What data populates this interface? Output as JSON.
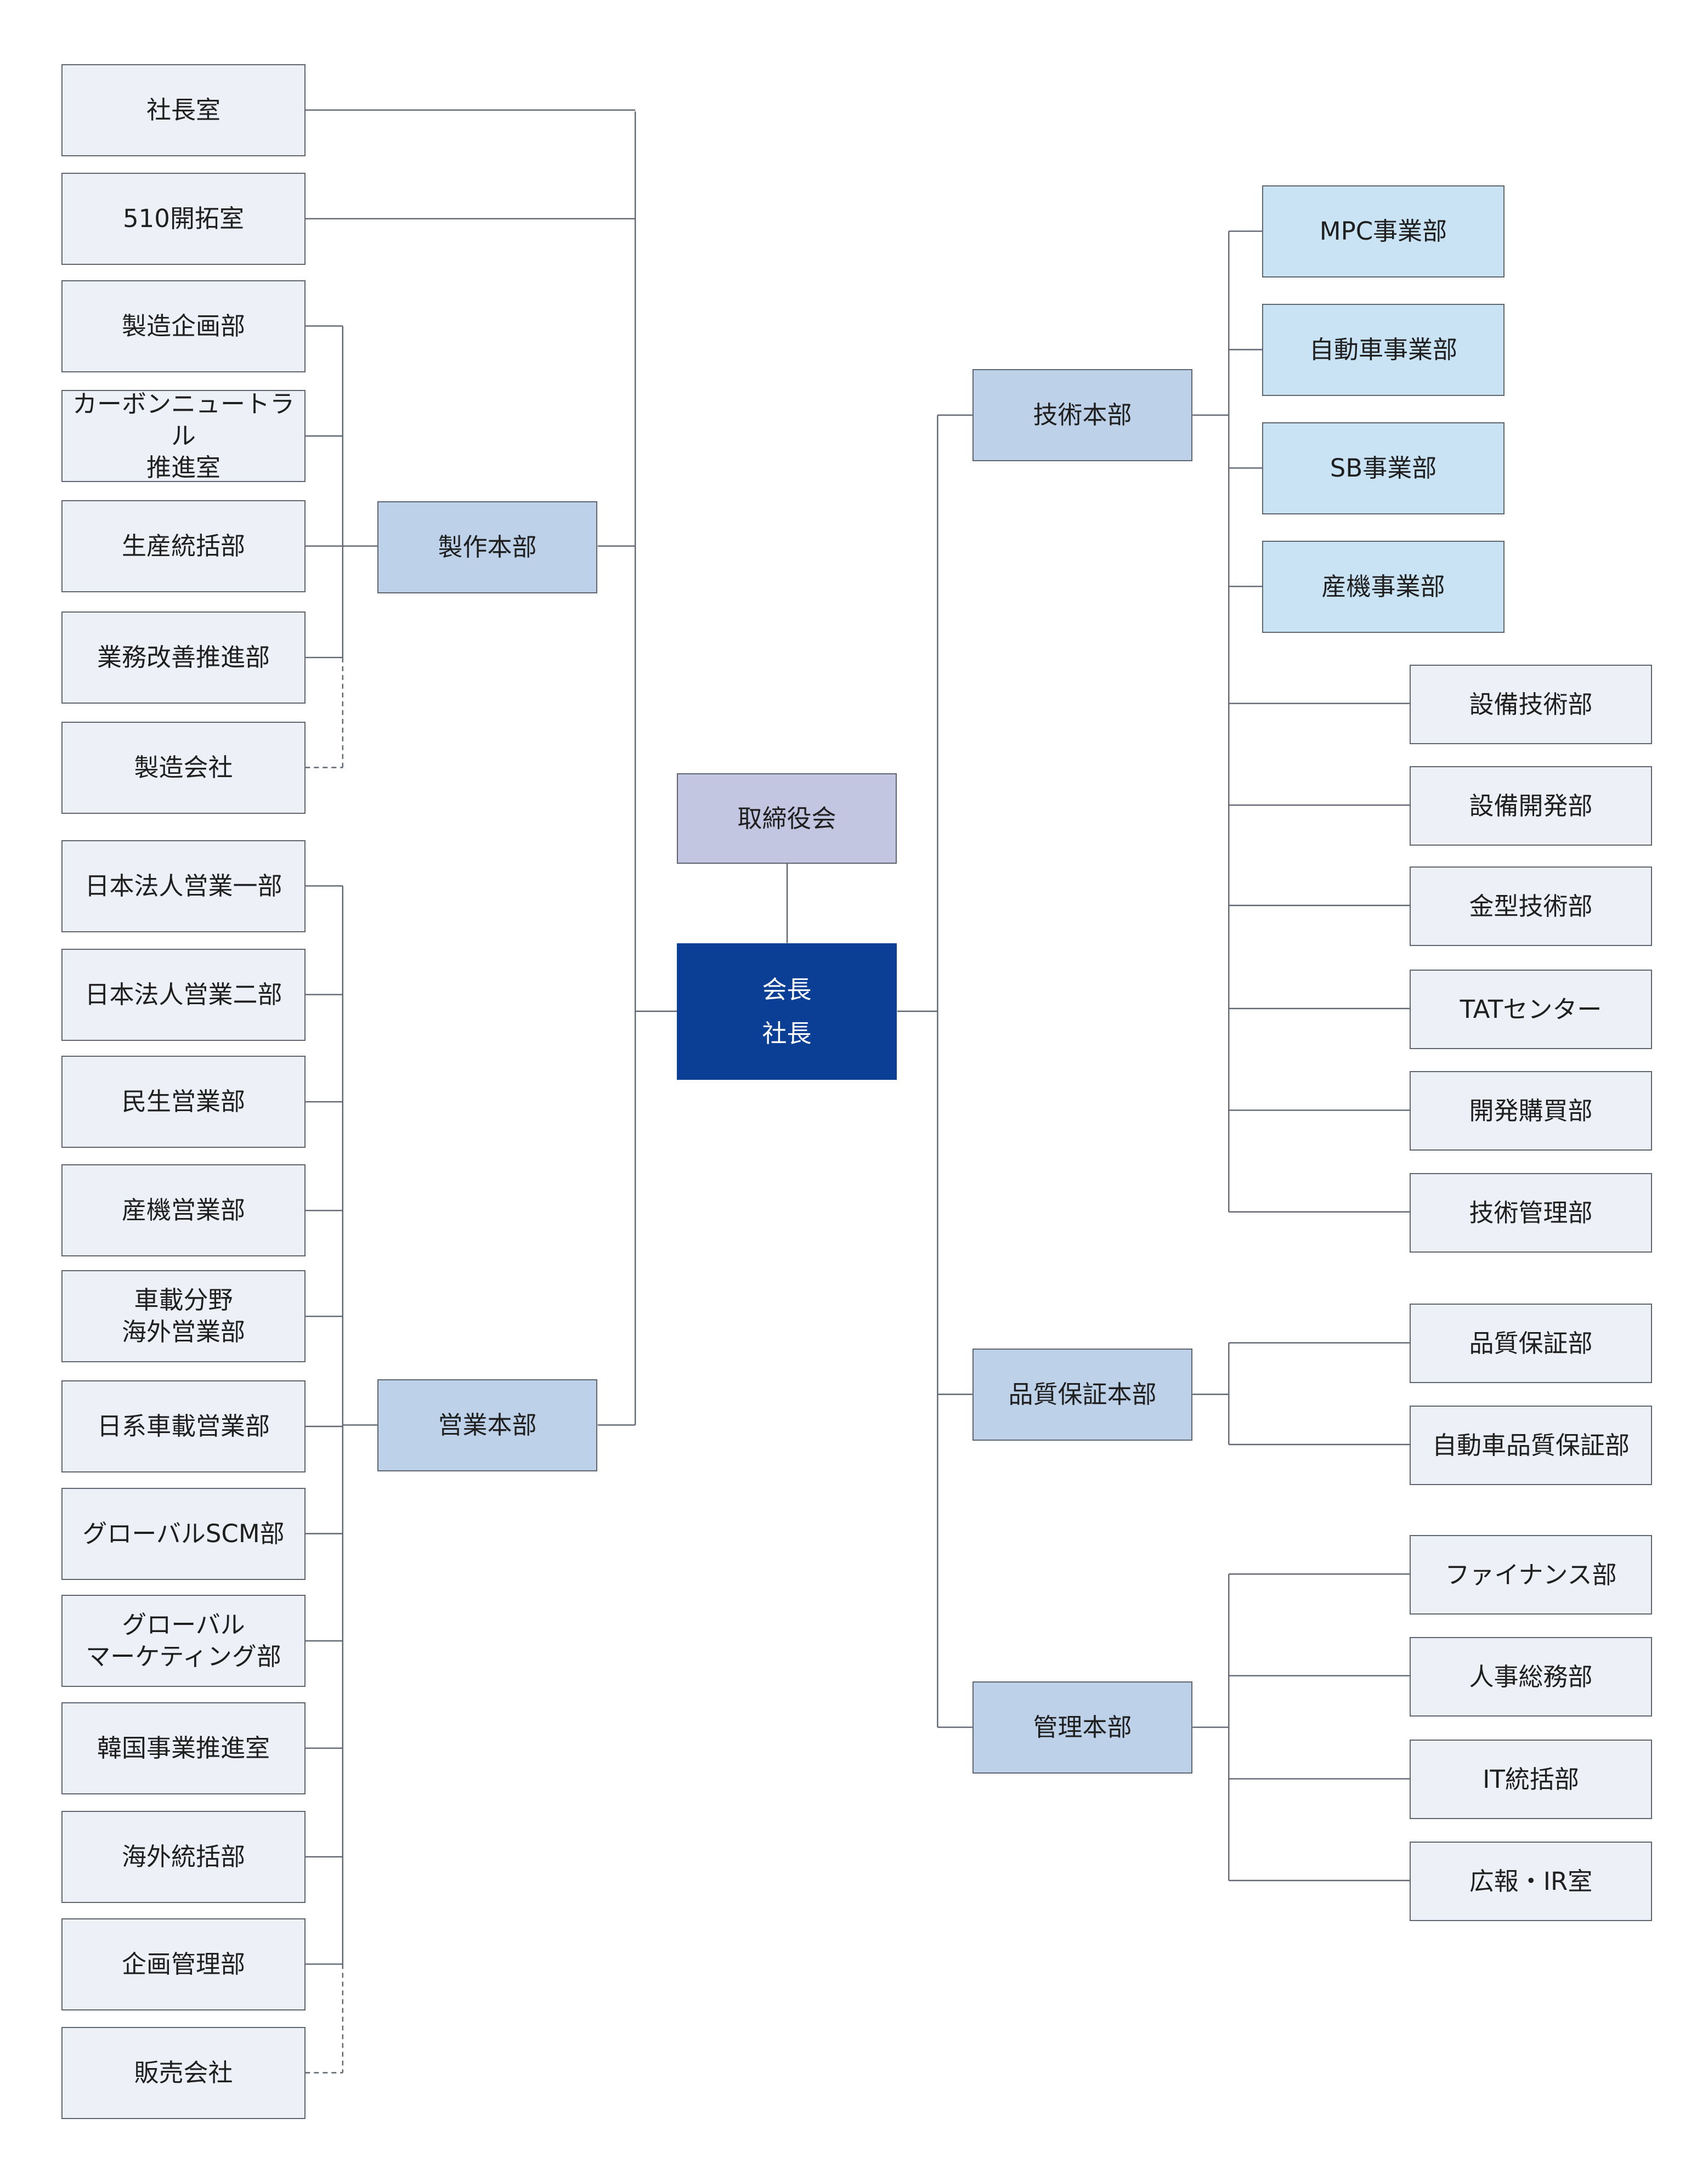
{
  "colors": {
    "standard_box": "#edf0f7",
    "headquarters_box": "#bdd1e8",
    "business_division_box": "#c9e3f4",
    "board_box": "#c3c6e0",
    "top_box": "#0b3f96",
    "line": "#5f6670"
  },
  "top": {
    "label": "会長\n社長"
  },
  "board": {
    "label": "取締役会"
  },
  "direct_offices": [
    {
      "label": "社長室"
    },
    {
      "label": "510開拓室"
    }
  ],
  "manufacturing": {
    "label": "製作本部",
    "departments": [
      {
        "label": "製造企画部"
      },
      {
        "label": "カーボンニュートラル\n推進室"
      },
      {
        "label": "生産統括部"
      },
      {
        "label": "業務改善推進部"
      },
      {
        "label": "製造会社",
        "dashed": true
      }
    ]
  },
  "sales": {
    "label": "営業本部",
    "departments": [
      {
        "label": "日本法人営業一部"
      },
      {
        "label": "日本法人営業二部"
      },
      {
        "label": "民生営業部"
      },
      {
        "label": "産機営業部"
      },
      {
        "label": "車載分野\n海外営業部"
      },
      {
        "label": "日系車載営業部"
      },
      {
        "label": "グローバルSCM部"
      },
      {
        "label": "グローバル\nマーケティング部"
      },
      {
        "label": "韓国事業推進室"
      },
      {
        "label": "海外統括部"
      },
      {
        "label": "企画管理部"
      },
      {
        "label": "販売会社",
        "dashed": true
      }
    ]
  },
  "technology": {
    "label": "技術本部",
    "business_divisions": [
      {
        "label": "MPC事業部"
      },
      {
        "label": "自動車事業部"
      },
      {
        "label": "SB事業部"
      },
      {
        "label": "産機事業部"
      }
    ],
    "departments": [
      {
        "label": "設備技術部"
      },
      {
        "label": "設備開発部"
      },
      {
        "label": "金型技術部"
      },
      {
        "label": "TATセンター"
      },
      {
        "label": "開発購買部"
      },
      {
        "label": "技術管理部"
      }
    ]
  },
  "quality": {
    "label": "品質保証本部",
    "departments": [
      {
        "label": "品質保証部"
      },
      {
        "label": "自動車品質保証部"
      }
    ]
  },
  "administration": {
    "label": "管理本部",
    "departments": [
      {
        "label": "ファイナンス部"
      },
      {
        "label": "人事総務部"
      },
      {
        "label": "IT統括部"
      },
      {
        "label": "広報・IR室"
      }
    ]
  }
}
